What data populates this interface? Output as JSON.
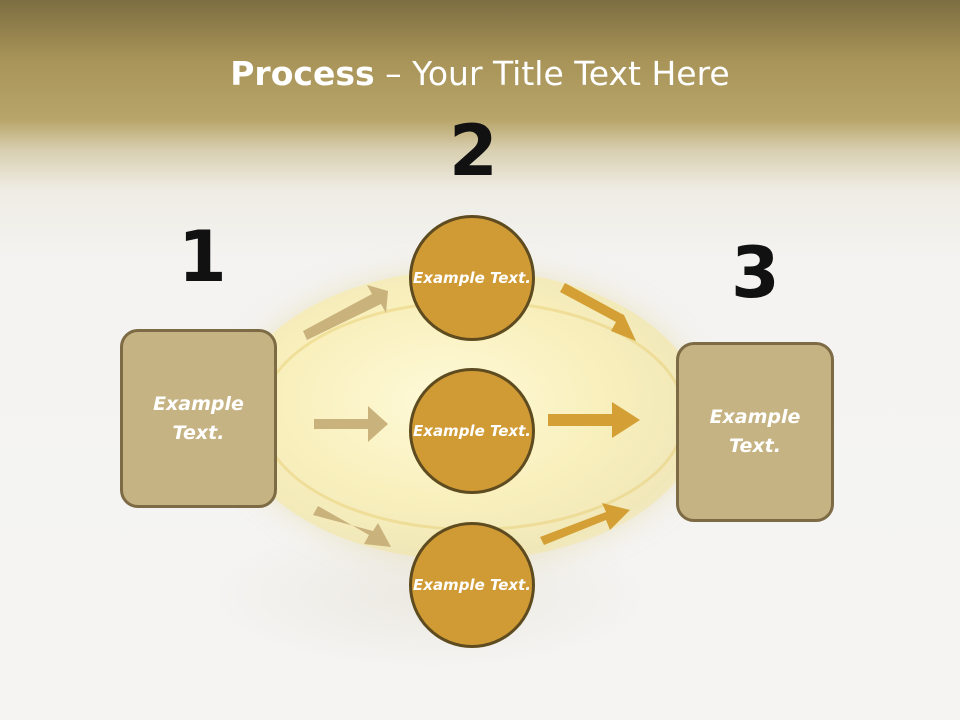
{
  "title": {
    "bold": "Process",
    "rest": " – Your Title Text Here"
  },
  "steps": {
    "one": {
      "number": "1",
      "box_text": "Example Text."
    },
    "two": {
      "number": "2",
      "circles": [
        "Example Text.",
        "Example Text.",
        "Example Text."
      ]
    },
    "three": {
      "number": "3",
      "box_text": "Example Text."
    }
  },
  "colors": {
    "box_fill": "#c6b383",
    "box_border": "#7d6b45",
    "circle_fill": "#d09a35",
    "circle_border": "#5e4b1f",
    "arrow_left": "#c9b27c",
    "arrow_right": "#d4a035"
  }
}
